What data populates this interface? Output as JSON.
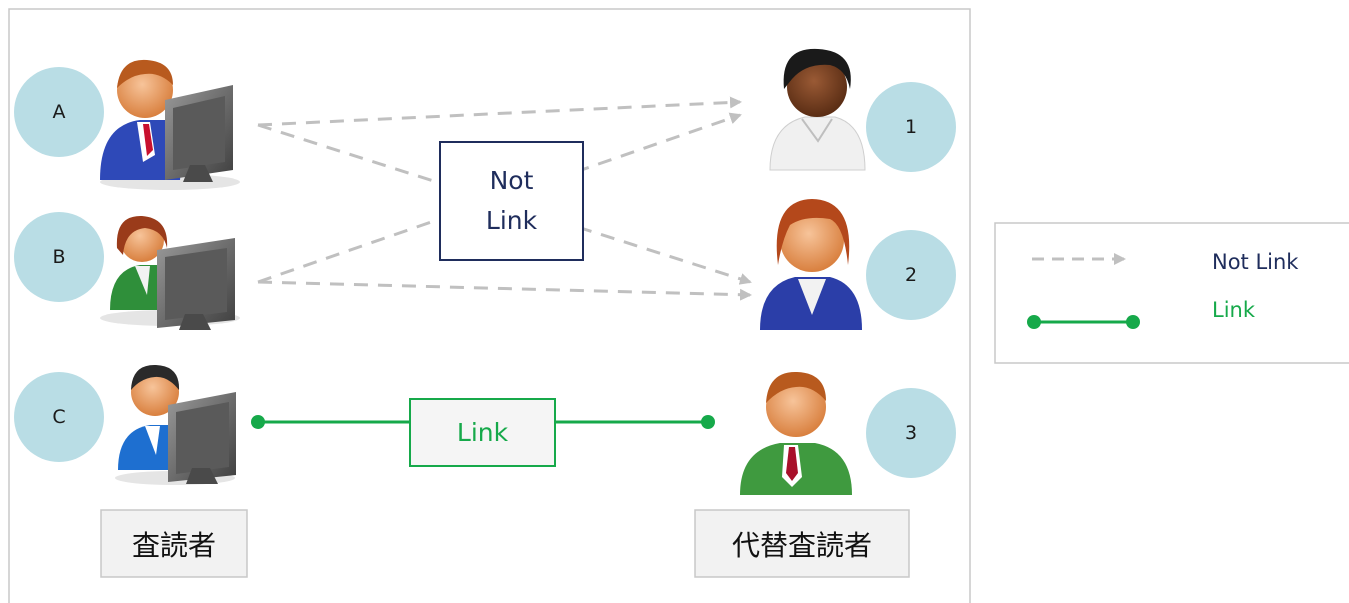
{
  "diagram": {
    "reviewers": [
      {
        "label": "A"
      },
      {
        "label": "B"
      },
      {
        "label": "C"
      }
    ],
    "alt_reviewers": [
      {
        "label": "1"
      },
      {
        "label": "2"
      },
      {
        "label": "3"
      }
    ],
    "not_link_box": {
      "line1": "Not",
      "line2": "Link"
    },
    "link_box": {
      "label": "Link"
    },
    "reviewer_caption": "査読者",
    "alt_reviewer_caption": "代替査読者"
  },
  "legend": {
    "not_link": "Not Link",
    "link": "Link"
  },
  "colors": {
    "circle": "#b9dde5",
    "not_link_line": "#c0c0c0",
    "not_link_text": "#1f2d5c",
    "link_green": "#16a94a",
    "caption_bg": "#f2f2f2"
  }
}
